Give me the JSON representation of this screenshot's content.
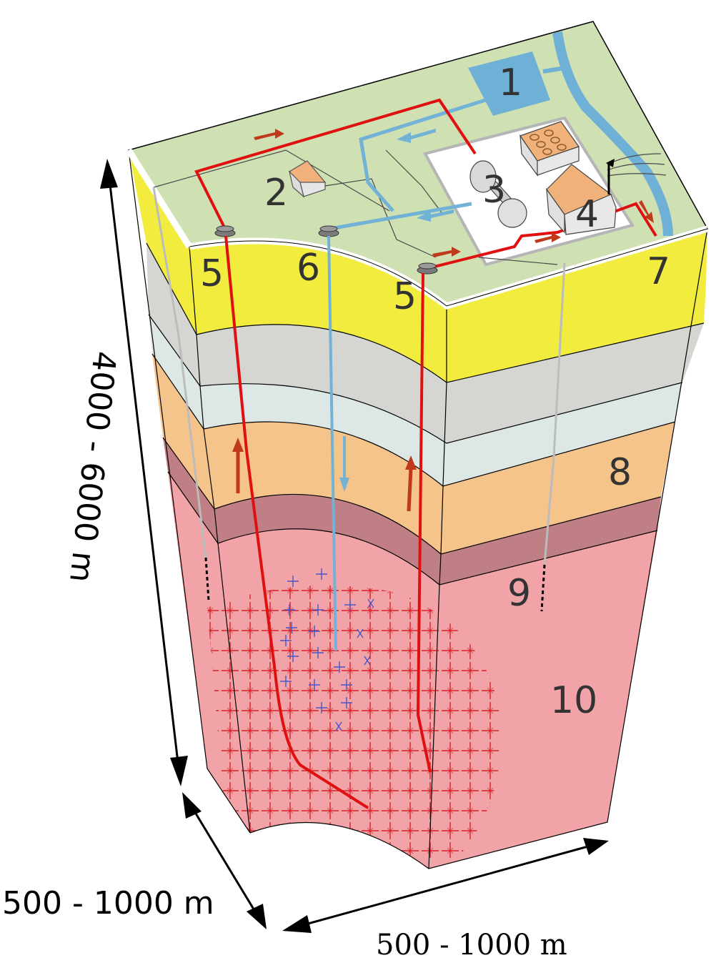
{
  "diagram": {
    "labels": {
      "heat_exchanger": "1",
      "control_building": "2",
      "turbine": "3",
      "power_house": "4",
      "production_well_left": "5",
      "injection_well": "6",
      "production_well_right": "5",
      "river_outlet": "7",
      "sediment_layers": "8",
      "monitoring_well": "9",
      "basement_rock": "10"
    },
    "dimensions": {
      "height": "4000 - 6000 m",
      "width_left": "500 - 1000 m",
      "width_right": "500 - 1000 m"
    },
    "colors": {
      "surface": "#cfe0b3",
      "yellow_layer": "#f2ec3f",
      "grey_layer": "#d5d5d1",
      "pale_layer": "#dde8e6",
      "orange_layer": "#f4c48a",
      "mauve_layer": "#c07f85",
      "granite": "#f1a3a7",
      "hot_pipe": "#e01010",
      "cold_pipe": "#72b2d6",
      "water": "#6fb1d6"
    }
  }
}
